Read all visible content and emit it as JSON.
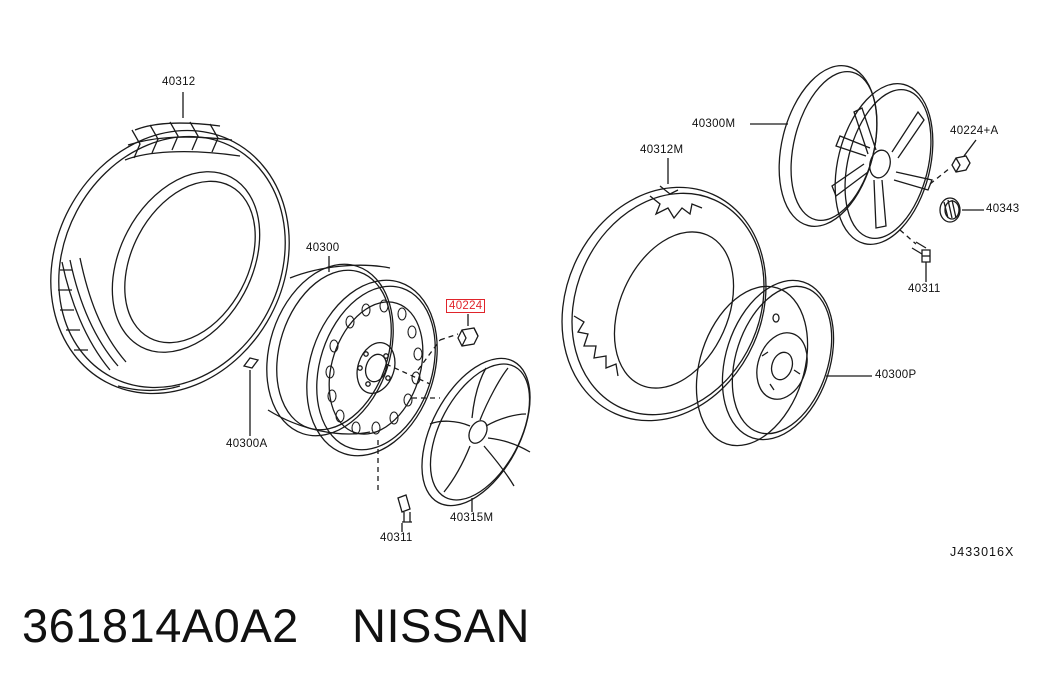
{
  "labels": {
    "tire_main": "40312",
    "wheel_steel": "40300",
    "nut_highlight": "40224",
    "weight": "40300A",
    "valve_left": "40311",
    "wheel_cover": "40315M",
    "alloy_wheel": "40300M",
    "tire_right": "40312M",
    "nut_right": "40224+A",
    "center_cap": "40343",
    "valve_right": "40311",
    "wheel_p": "40300P",
    "diagram_code": "J433016X"
  },
  "footer": {
    "part_number": "361814A0A2",
    "brand": "NISSAN"
  },
  "colors": {
    "highlight": "#e0242b",
    "line": "#1a1a1a"
  }
}
